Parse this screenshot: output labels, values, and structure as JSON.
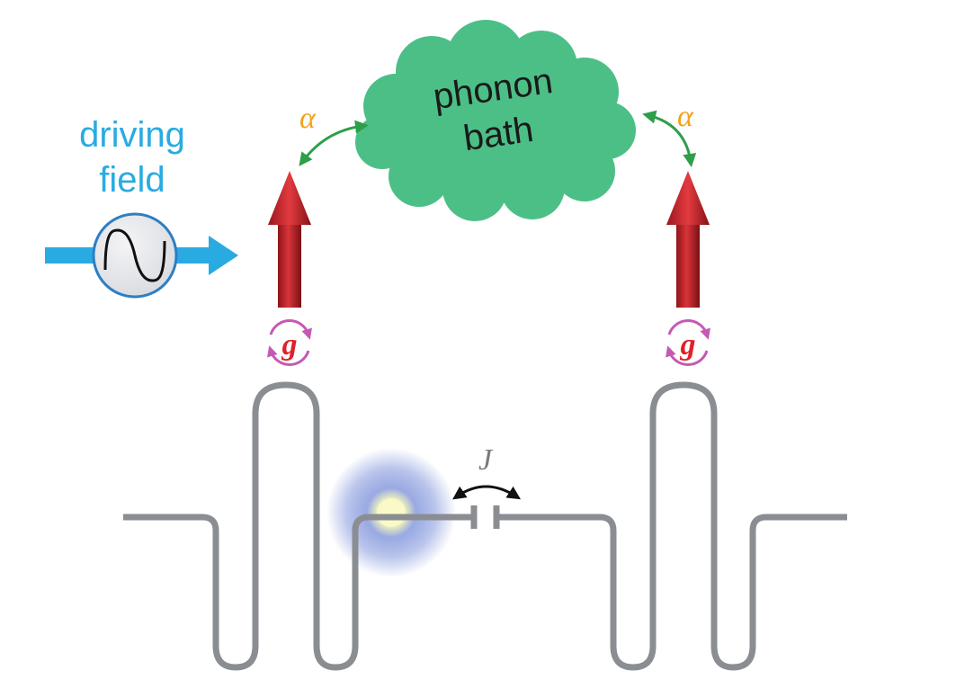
{
  "labels": {
    "driving_line1": "driving",
    "driving_line2": "field",
    "bath_line1": "phonon",
    "bath_line2": "bath",
    "alpha_left": "α",
    "alpha_right": "α",
    "g_left": "g",
    "g_right": "g",
    "J": "J"
  },
  "colors": {
    "driving_text": "#29abe2",
    "driving_arrow": "#29abe2",
    "cloud_fill": "#4cbf87",
    "alpha": "#f2a21b",
    "coupling_arrow": "#2e9e4a",
    "spin_arrow": "#c1272d",
    "g_circle": "#c45ab3",
    "g_text": "#e0202a",
    "waveguide": "#8a8e93",
    "photon_glow": "#6a7fd6",
    "photon_core": "#f4f2b8",
    "J_text": "#7a7a7a"
  },
  "icons": {
    "signal_source": "sine-wave-generator-icon"
  }
}
